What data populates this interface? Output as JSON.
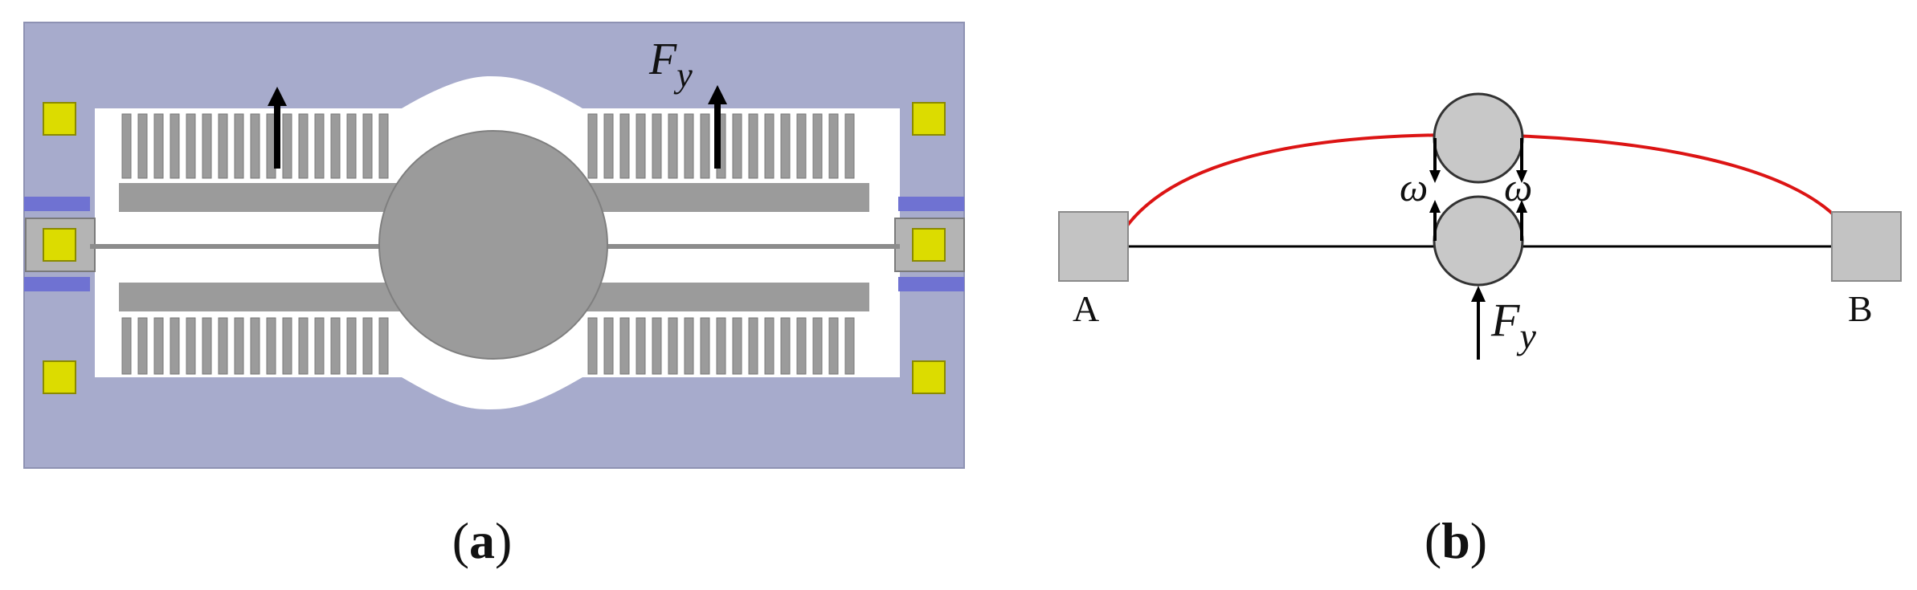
{
  "panel_a": {
    "force_label": "F",
    "force_subscript": "y",
    "caption_open": "(",
    "caption_letter": "a",
    "caption_close": ")"
  },
  "panel_b": {
    "omega_left": "ω",
    "omega_right": "ω",
    "force_label": "F",
    "force_subscript": "y",
    "support_left_label": "A",
    "support_right_label": "B",
    "caption_open": "(",
    "caption_letter": "b",
    "caption_close": ")"
  },
  "colors": {
    "substrate": "#a7abcc",
    "cavity": "#ffffff",
    "structure_gray": "#9b9b9b",
    "pad_yellow": "#dcdc00",
    "anchor_blue": "#6f72d2",
    "curve_red": "#dc1414",
    "support_gray": "#c3c3c3",
    "mass_gray": "#c8c8c8"
  }
}
